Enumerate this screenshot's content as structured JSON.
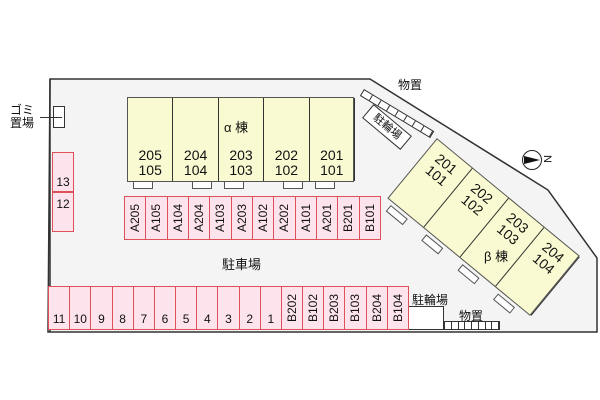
{
  "labels": {
    "garbage": "ゴミ置場",
    "parking": "駐車場",
    "bike_parking": "駐輪場",
    "bike_parking_rotated": "駐輪場",
    "storage_top": "物置",
    "storage_bottom": "物置",
    "building_alpha": "α 棟",
    "building_beta": "β 棟",
    "compass": "N"
  },
  "alpha_units": [
    [
      "205",
      "105"
    ],
    [
      "204",
      "104"
    ],
    [
      "203",
      "103"
    ],
    [
      "202",
      "102"
    ],
    [
      "201",
      "101"
    ]
  ],
  "beta_units": [
    [
      "201",
      "101"
    ],
    [
      "202",
      "102"
    ],
    [
      "203",
      "103"
    ],
    [
      "204",
      "104"
    ]
  ],
  "parking_left": [
    "13",
    "12"
  ],
  "parking_a_row": [
    "A205",
    "A105",
    "A104",
    "A204",
    "A103",
    "A203",
    "A102",
    "A202",
    "A101",
    "A201",
    "B201",
    "B101"
  ],
  "parking_bottom_numbers": [
    "11",
    "10",
    "9",
    "8",
    "7",
    "6",
    "5",
    "4",
    "3",
    "2",
    "1"
  ],
  "parking_bottom_b": [
    "B202",
    "B102",
    "B203",
    "B103",
    "B204",
    "B104"
  ],
  "colors": {
    "building": "#fafad2",
    "parking_fill": "#fde4ec",
    "parking_border": "#e0505a",
    "site": "#f4f4f4"
  }
}
